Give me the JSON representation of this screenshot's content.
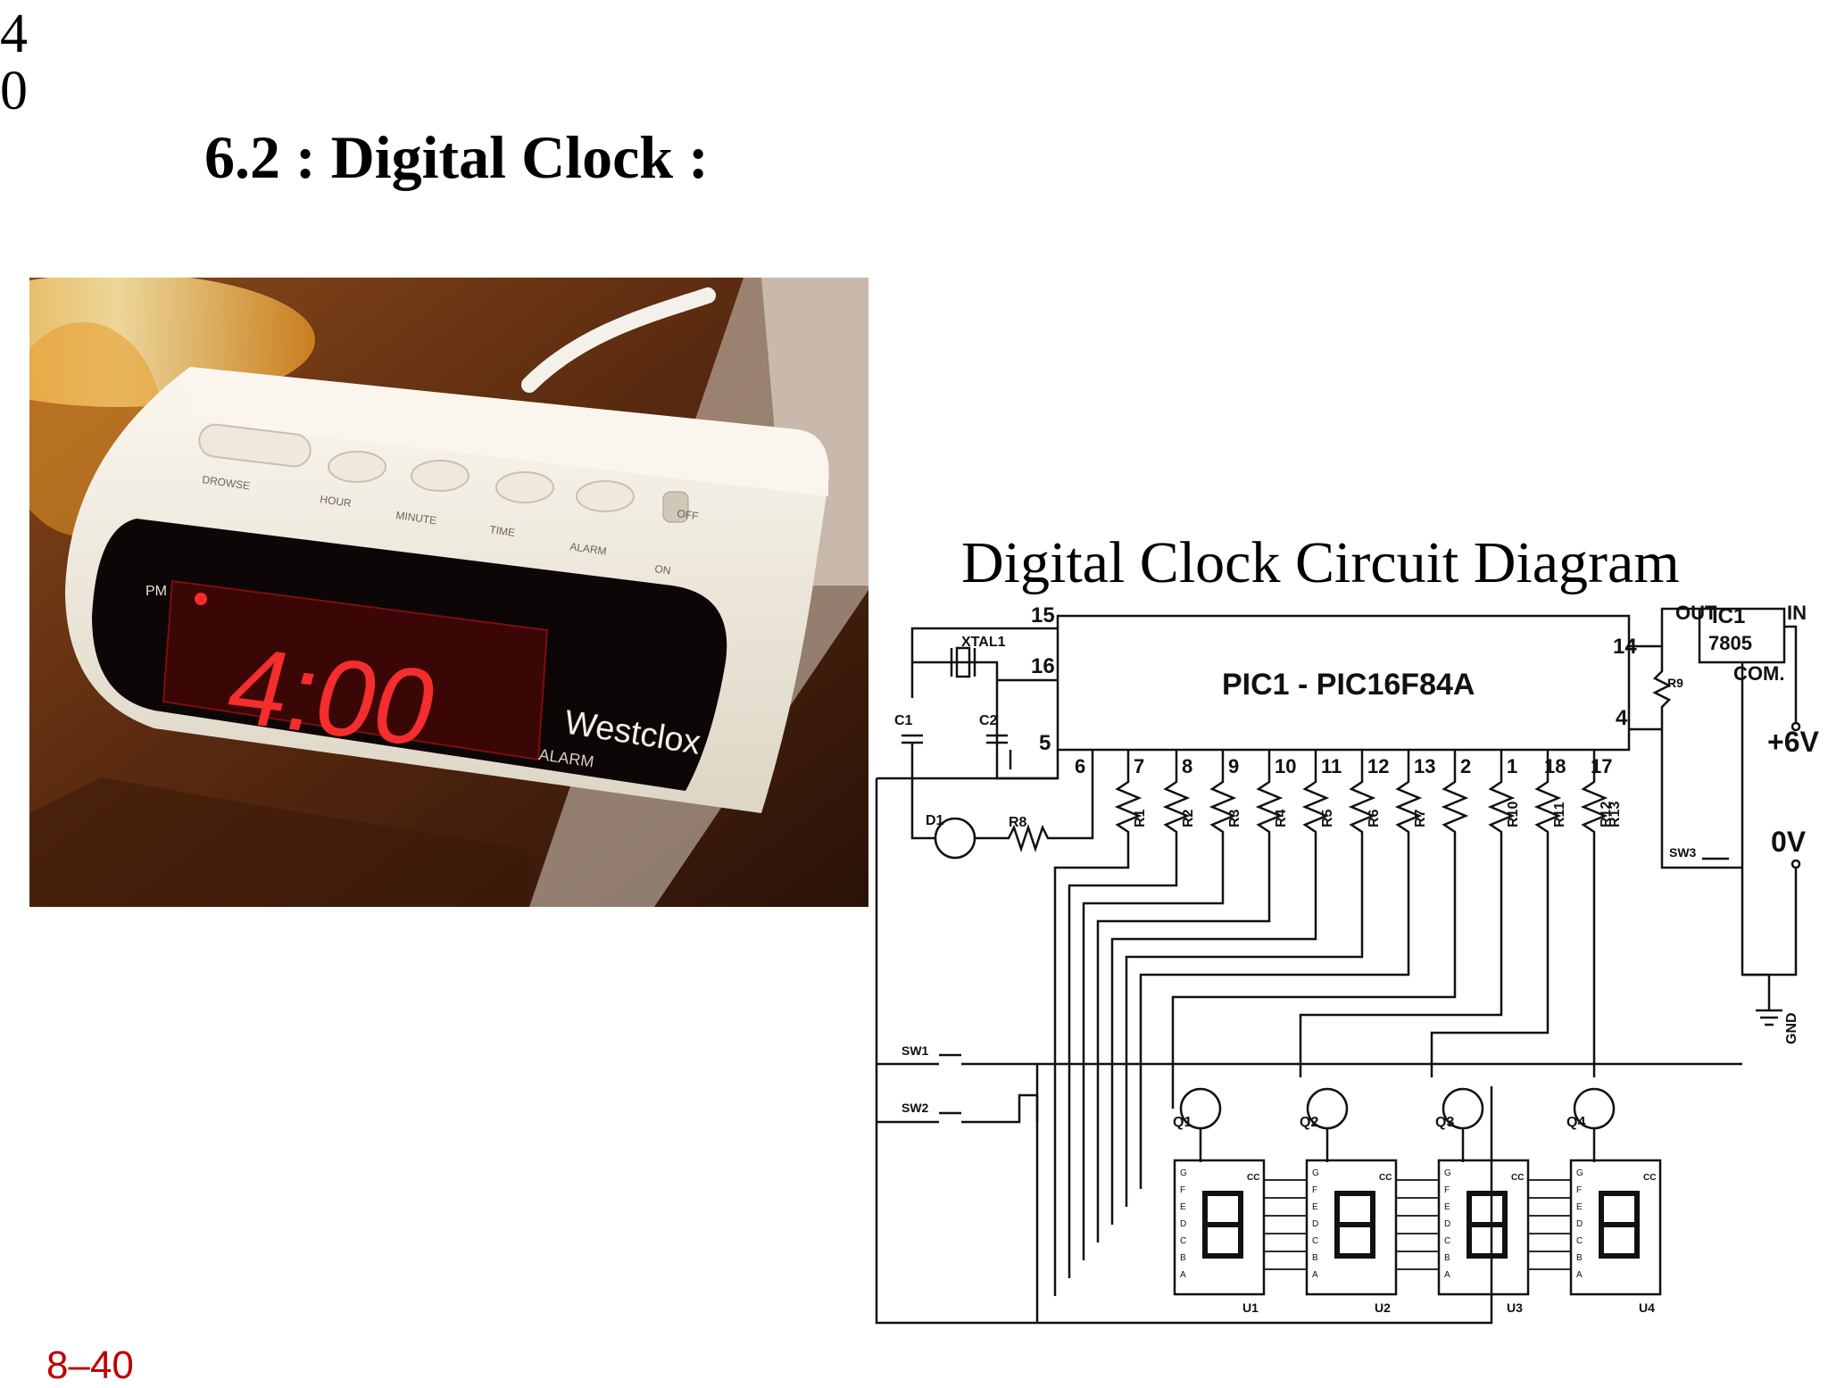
{
  "page": {
    "page_number": "4\n0",
    "section_title": "6.2 : Digital Clock :",
    "slide_number": "8–40"
  },
  "photo": {
    "buttons": [
      "DROWSE",
      "HOUR",
      "MINUTE",
      "TIME",
      "ALARM"
    ],
    "switch_off": "OFF",
    "switch_on": "ON",
    "pm": "PM",
    "display_time": "4:00",
    "brand": "Westclox",
    "alarm": "ALARM"
  },
  "diagram": {
    "title": "Digital Clock Circuit Diagram",
    "ic_label": "PIC1 - PIC16F84A",
    "left_pins": [
      "15",
      "16",
      "5"
    ],
    "bottom_pins": [
      "6",
      "7",
      "8",
      "9",
      "10",
      "11",
      "12",
      "13",
      "2",
      "1",
      "18",
      "17"
    ],
    "right_pins": [
      "14",
      "4"
    ],
    "resistors": [
      "R1",
      "R2",
      "R3",
      "R4",
      "R5",
      "R6",
      "R7",
      "R10",
      "R11",
      "R12",
      "R13"
    ],
    "crystal": "XTAL1",
    "capacitors": [
      "C1",
      "C2"
    ],
    "led": "D1",
    "led_resistor": "R8",
    "switches": [
      "SW1",
      "SW2",
      "SW3"
    ],
    "regulator": {
      "name": "IC1",
      "part": "7805",
      "out": "OUT",
      "in": "IN",
      "com": "COM."
    },
    "r9": "R9",
    "supply_pos": "+6V",
    "supply_zero": "0V",
    "gnd": "GND",
    "transistors": [
      "Q1",
      "Q2",
      "Q3",
      "Q4"
    ],
    "displays": [
      "U1",
      "U2",
      "U3",
      "U4"
    ],
    "seg_letters": [
      "G",
      "F",
      "E",
      "D",
      "C",
      "B",
      "A"
    ],
    "cc": "CC"
  }
}
